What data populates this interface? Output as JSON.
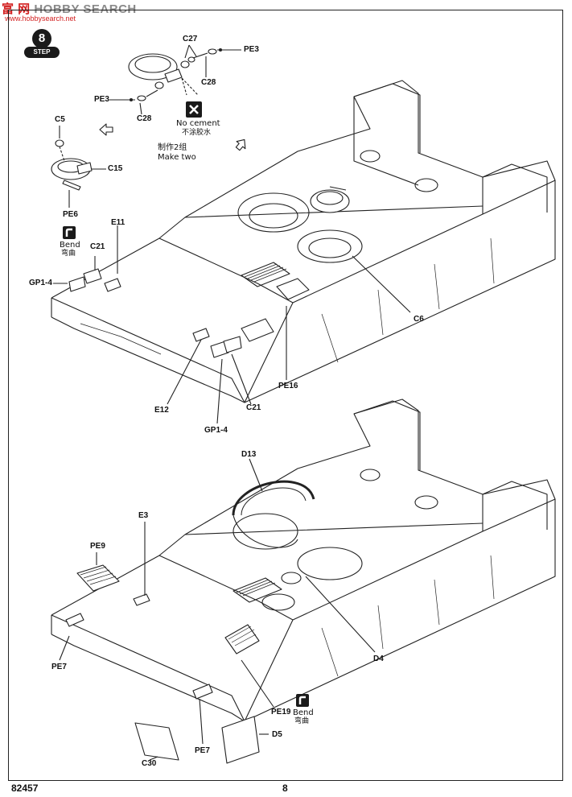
{
  "watermark": {
    "chars": "富 网",
    "brand": "HOBBY SEARCH",
    "url": "www.hobbysearch.net"
  },
  "step": {
    "number": "8",
    "word": "STEP"
  },
  "notes": {
    "no_cement": "No cement",
    "no_cement_cn": "不涂胶水",
    "make_two_cn": "制作2组",
    "make_two": "Make two",
    "bend_1": "Bend",
    "bend_1_cn": "弯曲",
    "bend_2": "Bend",
    "bend_2_cn": "弯曲"
  },
  "parts_top": {
    "c27": "C27",
    "pe3_right": "PE3",
    "c28_right": "C28",
    "pe3_left": "PE3",
    "c28_left": "C28",
    "c5": "C5",
    "c15": "C15",
    "pe6": "PE6",
    "e11": "E11",
    "c21_top": "C21",
    "gp1_4_left": "GP1-4",
    "c6": "C6",
    "pe16": "PE16",
    "e12": "E12",
    "c21_bottom": "C21",
    "gp1_4_bottom": "GP1-4"
  },
  "parts_bottom": {
    "d13": "D13",
    "e3": "E3",
    "pe9": "PE9",
    "pe7_left": "PE7",
    "d4": "D4",
    "pe19": "PE19",
    "d5": "D5",
    "c30": "C30",
    "pe7_bottom": "PE7"
  },
  "footer": {
    "code": "82457",
    "page": "8"
  },
  "colors": {
    "ink": "#111111",
    "watermark_red": "#d21f1f",
    "watermark_grey": "#8a8a8a"
  }
}
